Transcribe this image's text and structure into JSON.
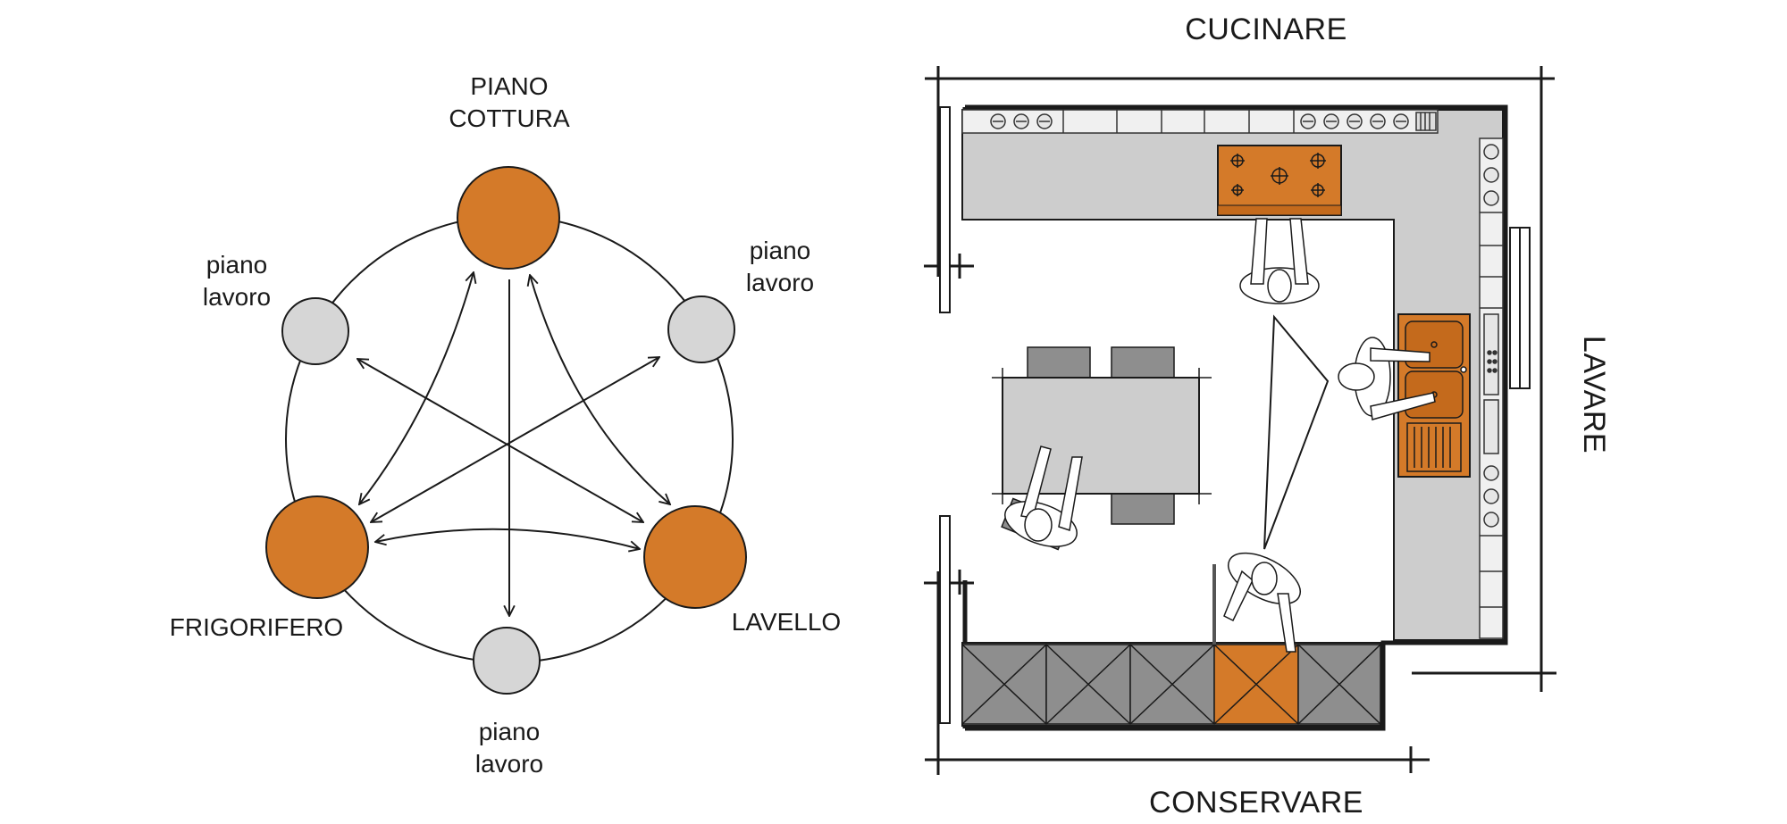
{
  "colors": {
    "accent": "#d47a29",
    "node_grey": "#d6d6d6",
    "counter_grey": "#cdcdcd",
    "cabinet_grey": "#8e8e8e",
    "line": "#1a1a1a"
  },
  "work_triangle": {
    "nodes": {
      "cooktop": {
        "line1": "PIANO",
        "line2": "COTTURA",
        "color": "accent"
      },
      "fridge": {
        "label": "FRIGORIFERO",
        "color": "accent"
      },
      "sink": {
        "label": "LAVELLO",
        "color": "accent"
      },
      "counter_left": {
        "line1": "piano",
        "line2": "lavoro",
        "color": "grey"
      },
      "counter_right": {
        "line1": "piano",
        "line2": "lavoro",
        "color": "grey"
      },
      "counter_bottom": {
        "line1": "piano",
        "line2": "lavoro",
        "color": "grey"
      }
    }
  },
  "floor_plan": {
    "zones": {
      "top": "CUCINARE",
      "right": "LAVARE",
      "bottom": "CONSERVARE"
    }
  }
}
